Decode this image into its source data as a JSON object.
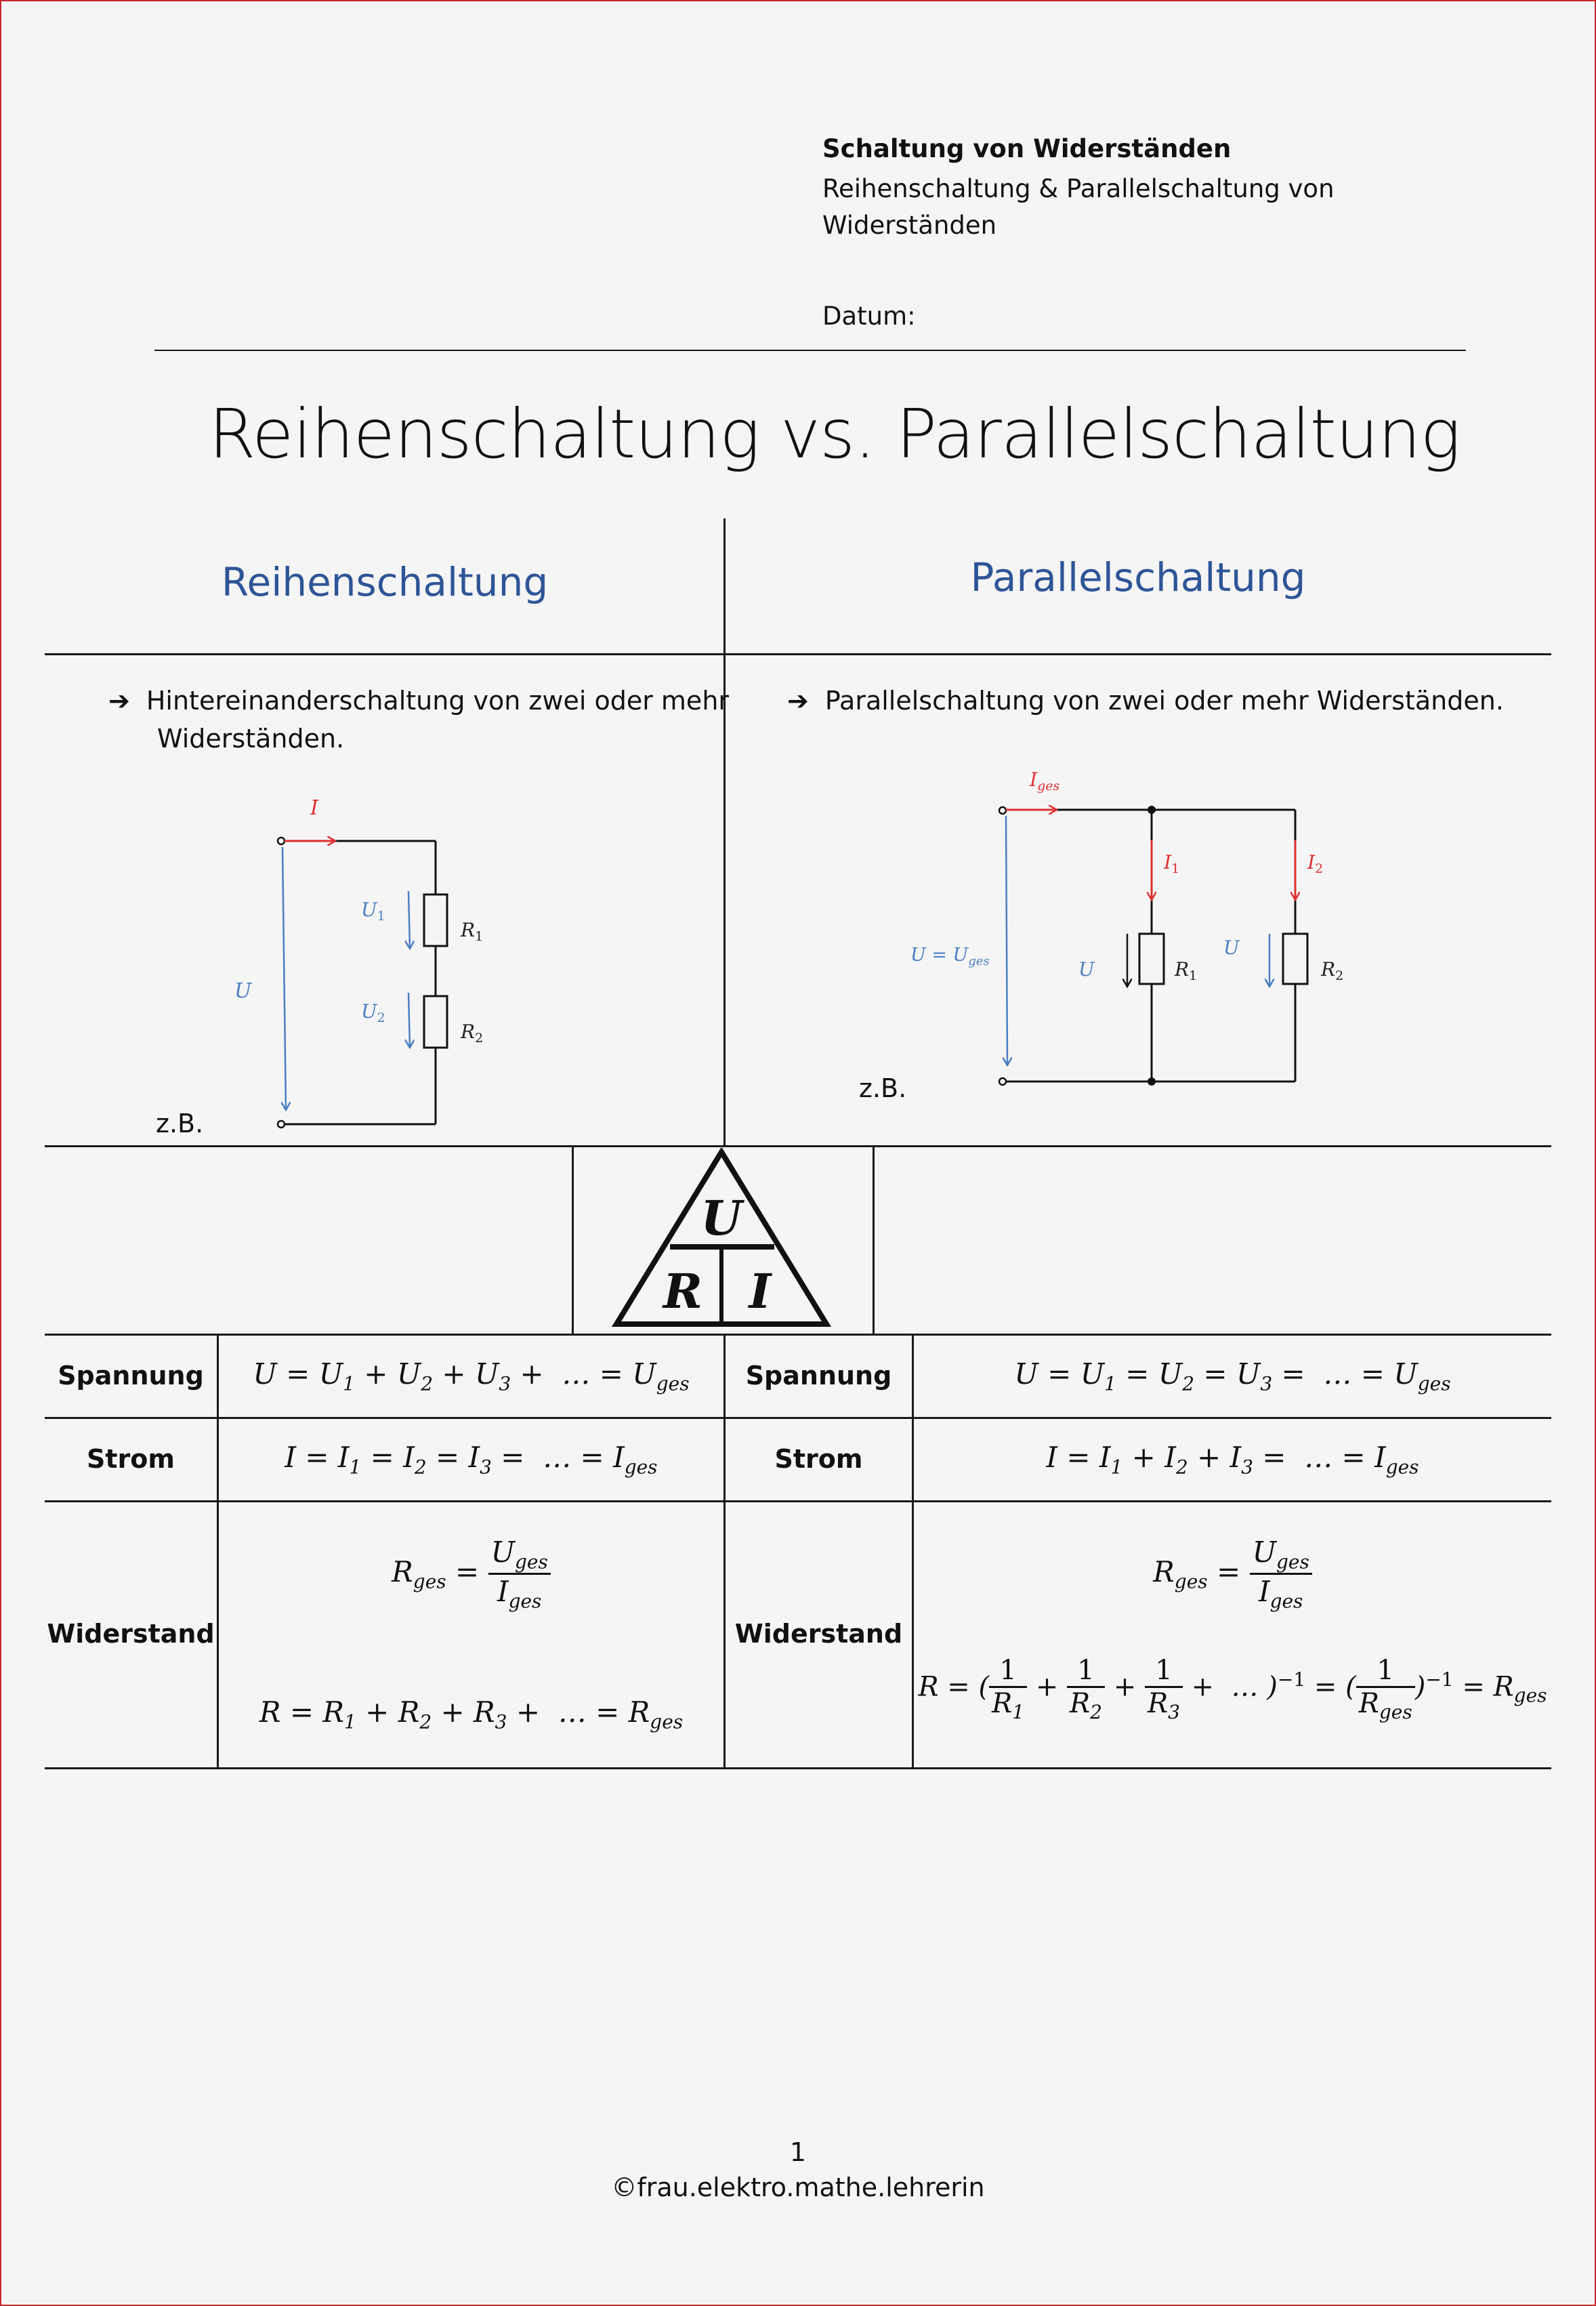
{
  "header": {
    "topic": "Schaltung von Widerständen",
    "subtitle_line1": "Reihenschaltung & Parallelschaltung von",
    "subtitle_line2": "Widerständen",
    "date_label": "Datum:"
  },
  "title": "Reihenschaltung vs. Parallelschaltung",
  "series": {
    "heading": "Reihenschaltung",
    "bullet_line1": "Hintereinanderschaltung von zwei oder mehr",
    "bullet_line2": "Widerständen.",
    "example": "z.B.",
    "diagram": {
      "current": "I",
      "voltage": "U",
      "u1": "U",
      "u1_sub": "1",
      "u2": "U",
      "u2_sub": "2",
      "r1": "R",
      "r1_sub": "1",
      "r2": "R",
      "r2_sub": "2"
    }
  },
  "parallel": {
    "heading": "Parallelschaltung",
    "bullet": "Parallelschaltung von zwei oder mehr Widerständen.",
    "example": "z.B.",
    "diagram": {
      "i_total": "I",
      "i_total_sub": "ges",
      "i1": "I",
      "i1_sub": "1",
      "i2": "I",
      "i2_sub": "2",
      "u_total": "U = U",
      "u_total_sub": "ges",
      "u": "U",
      "r1": "R",
      "r1_sub": "1",
      "r2": "R",
      "r2_sub": "2"
    }
  },
  "triangle": {
    "top": "U",
    "left": "R",
    "right": "I"
  },
  "table": {
    "series": {
      "voltage_label": "Spannung",
      "current_label": "Strom",
      "resistance_label": "Widerstand"
    },
    "parallel": {
      "voltage_label": "Spannung",
      "current_label": "Strom",
      "resistance_label": "Widerstand"
    }
  },
  "footer": {
    "page": "1",
    "credit": "©frau.elektro.mathe.lehrerin"
  }
}
